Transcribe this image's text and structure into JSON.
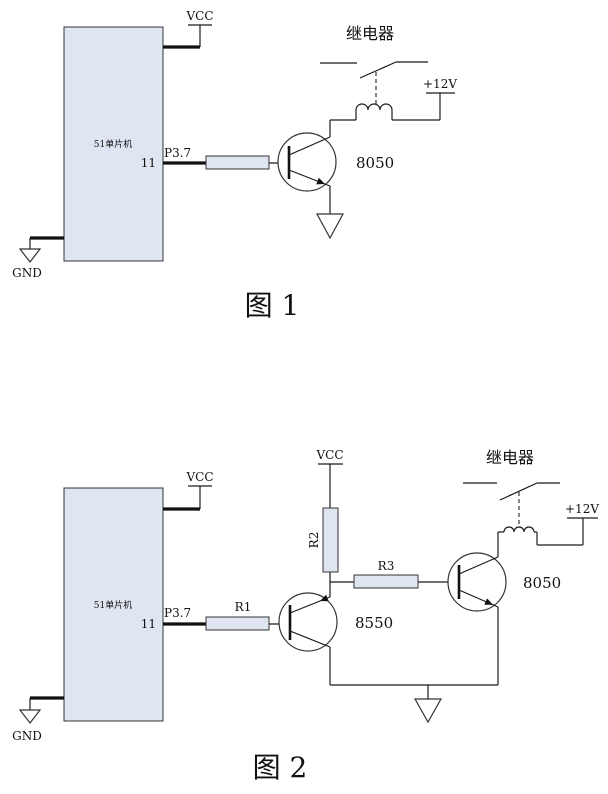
{
  "colors": {
    "component_fill": "#dfe6f1",
    "line": "#1a1a1a"
  },
  "figure1": {
    "mcu_label": "51单片机",
    "vcc_label": "VCC",
    "gnd_label": "GND",
    "pin_number": "11",
    "pin_name": "P3.7",
    "transistor_label": "8050",
    "relay_label": "继电器",
    "supply_label": "+12V",
    "caption": "图 1"
  },
  "figure2": {
    "mcu_label": "51单片机",
    "vcc_label": "VCC",
    "gnd_label": "GND",
    "pin_number": "11",
    "pin_name": "P3.7",
    "r1_label": "R1",
    "r2_label": "R2",
    "r3_label": "R3",
    "pnp_label": "8550",
    "npn_label": "8050",
    "pullup_vcc_label": "VCC",
    "relay_label": "继电器",
    "supply_label": "+12V",
    "caption": "图 2"
  }
}
